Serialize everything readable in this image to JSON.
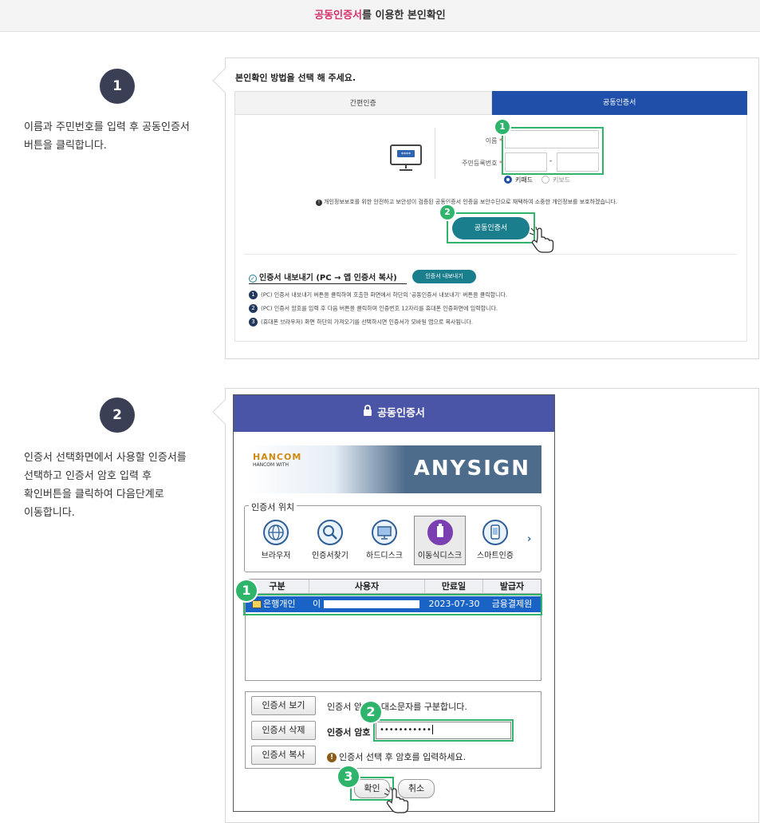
{
  "header": {
    "title_highlight": "공동인증서",
    "title_rest": "를 이용한 본인확인"
  },
  "step1": {
    "number": "1",
    "desc_line1": "이름과 주민번호를 입력 후 공동인증서",
    "desc_line2": "버튼을 클릭합니다.",
    "panel_title": "본인확인 방법을 선택 해 주세요.",
    "tab_simple": "간편인증",
    "tab_cert": "공동인증서",
    "name_label": "이름",
    "rrn_label": "주민등록번호",
    "required_mark": "*",
    "rrn_separator": "-",
    "radio_keypad": "키패드",
    "radio_keyboard": "키보드",
    "notice": "개인정보보호를 위한 안전하고 보안성이 검증된 공동인증서 인증을 보안수단으로 채택하여 소중한 개인정보를 보호하겠습니다.",
    "badge1": "1",
    "badge2": "2",
    "cert_button": "공동인증서",
    "export_title": "인증서 내보내기 (PC → 앱 인증서 복사)",
    "export_button": "인증서 내보내기",
    "export_steps": [
      {
        "n": "1",
        "text": "(PC) 인증서 내보내기 버튼을 클릭하여 호출한 화면에서 하단의 '공동인증서 내보내기' 버튼을 클릭합니다."
      },
      {
        "n": "2",
        "text": "(PC) 인증서 암호를 입력 후 다음 버튼을 클릭하여 인증번호 12자리를 휴대폰 인증화면에 입력합니다."
      },
      {
        "n": "3",
        "text": "(휴대폰 브라우저) 화면 하단의 가져오기를 선택하시면 인증서가 모바일 앱으로 복사됩니다."
      }
    ]
  },
  "step2": {
    "number": "2",
    "desc_lines": [
      "인증서 선택화면에서 사용할 인증서를",
      "선택하고 인증서 암호 입력 후",
      "확인버튼을 클릭하여 다음단계로",
      "이동합니다."
    ],
    "dialog_title": "공동인증서",
    "brand_top": "HANCOM",
    "brand_sub": "HANCOM WITH",
    "brand_main": "ANYSIGN",
    "location_legend": "인증서 위치",
    "locations": [
      "브라우저",
      "인증서찾기",
      "하드디스크",
      "이동식디스크",
      "스마트인증"
    ],
    "columns": [
      "구분",
      "사용자",
      "만료일",
      "발급자"
    ],
    "row": {
      "type": "은행개인",
      "user": "이",
      "expiry": "2023-07-30",
      "issuer": "금융결제원"
    },
    "btn_view": "인증서 보기",
    "btn_delete": "인증서 삭제",
    "btn_copy": "인증서 복사",
    "case_note": "인증서 암호는 대소문자를 구분합니다.",
    "pw_label": "인증서 암호",
    "pw_value": "•••••••••••",
    "hint": "인증서 선택 후 암호를 입력하세요.",
    "ok": "확인",
    "cancel": "취소",
    "badges": [
      "1",
      "2",
      "3"
    ]
  },
  "colors": {
    "accent_pink": "#d6336c",
    "tab_blue": "#1f4fa8",
    "highlight_green": "#2fb56b",
    "teal": "#1a7e8c",
    "dialog_header": "#4a55a8"
  }
}
